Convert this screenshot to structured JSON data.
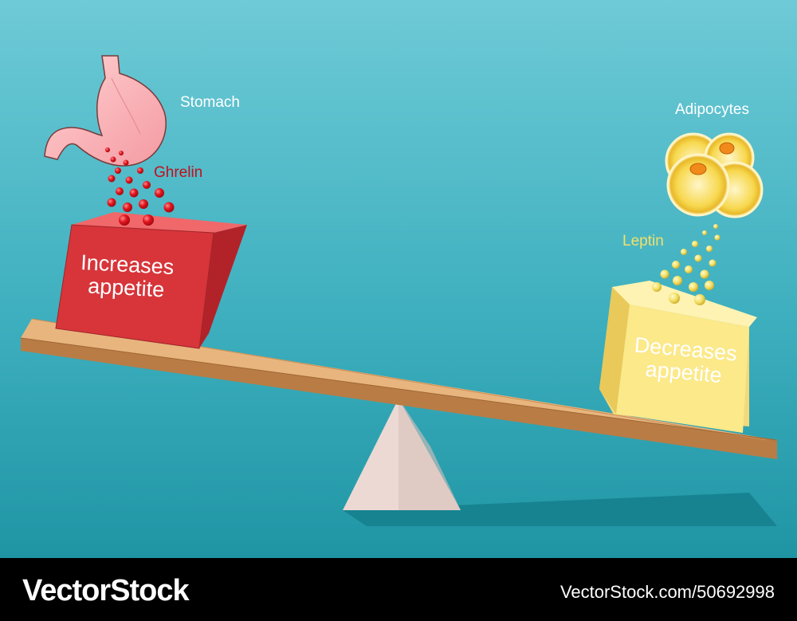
{
  "labels": {
    "stomach": "Stomach",
    "ghrelin": "Ghrelin",
    "adipocytes": "Adipocytes",
    "leptin": "Leptin"
  },
  "boxes": {
    "left": {
      "line1": "Increases",
      "line2": "appetite"
    },
    "right": {
      "line1": "Decreases",
      "line2": "appetite"
    }
  },
  "footer": {
    "brand": "VectorStock",
    "ref": "VectorStock.com/50692998"
  },
  "colors": {
    "background_top": "#6ecad6",
    "background_bottom": "#1f95a4",
    "ghrelin": "#c0101a",
    "leptin": "#f3e06a",
    "box_left": "#d7353a",
    "box_right": "#fbe98a",
    "board": "#d9a36a",
    "fulcrum": "#ecd9d3"
  }
}
